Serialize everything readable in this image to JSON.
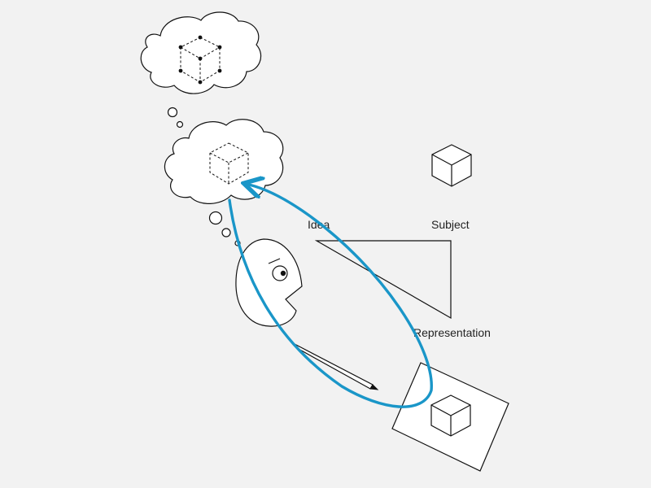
{
  "labels": {
    "idea": "Idea",
    "subject": "Subject",
    "representation": "Representation"
  },
  "colors": {
    "background": "#f2f2f2",
    "ink": "#111111",
    "arrow": "#1a96c8",
    "fill": "#ffffff"
  },
  "icons": {
    "large_thought": "thought-cloud-icon",
    "small_thought": "thought-cloud-icon",
    "head": "head-profile-icon",
    "pencil": "pencil-icon",
    "paper": "paper-sheet-icon",
    "cube": "cube-icon"
  }
}
